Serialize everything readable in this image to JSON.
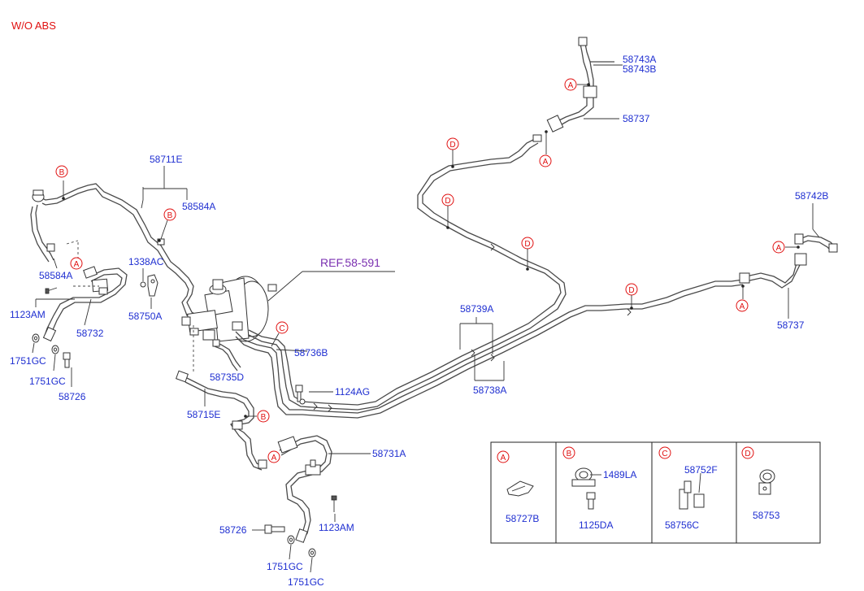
{
  "title": "W/O ABS",
  "reference": "REF.58-591",
  "part_labels": {
    "p58711E": "58711E",
    "p58584A_top": "58584A",
    "p58584A_left": "58584A",
    "p1338AC": "1338AC",
    "p58750A": "58750A",
    "p1123AM_left": "1123AM",
    "p58732": "58732",
    "p1751GC_a": "1751GC",
    "p1751GC_b": "1751GC",
    "p58726_left": "58726",
    "p58735D": "58735D",
    "p58736B": "58736B",
    "p58715E": "58715E",
    "p1124AG": "1124AG",
    "p58739A": "58739A",
    "p58738A": "58738A",
    "p58731A": "58731A",
    "p1123AM_bottom": "1123AM",
    "p58726_bottom": "58726",
    "p1751GC_c": "1751GC",
    "p1751GC_d": "1751GC",
    "p58743A": "58743A",
    "p58743B": "58743B",
    "p58737_top": "58737",
    "p58742B": "58742B",
    "p58737_right": "58737"
  },
  "callouts": {
    "A": "A",
    "B": "B",
    "C": "C",
    "D": "D"
  },
  "legend": {
    "A": {
      "letter": "A",
      "parts": [
        "58727B"
      ]
    },
    "B": {
      "letter": "B",
      "parts": [
        "1489LA",
        "1125DA"
      ]
    },
    "C": {
      "letter": "C",
      "parts": [
        "58752F",
        "58756C"
      ]
    },
    "D": {
      "letter": "D",
      "parts": [
        "58753"
      ]
    }
  },
  "colors": {
    "label": "#1f2fd1",
    "callout": "#e01010",
    "reference": "#7a2fb0",
    "line": "#4a4a4a"
  }
}
